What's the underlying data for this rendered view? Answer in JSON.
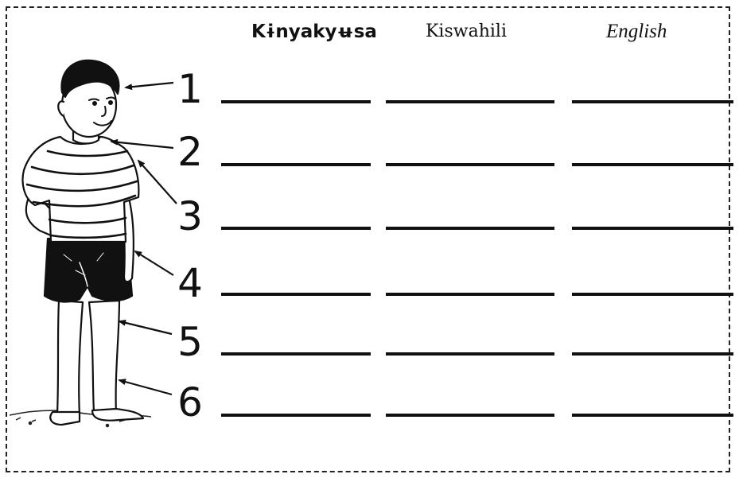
{
  "headers": {
    "kinyakyusa": "Kɨnyakyʉsa",
    "kiswahili": "Kiswahili",
    "english": "English"
  },
  "numbers": [
    "1",
    "2",
    "3",
    "4",
    "5",
    "6"
  ],
  "illustration": {
    "description_icon": "standing-boy-illustration"
  }
}
